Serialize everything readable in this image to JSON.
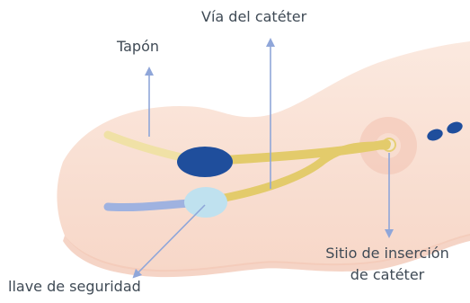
{
  "labels": {
    "via_cateter": "Vía del catéter",
    "tapon": "Tapón",
    "sitio_line1": "Sitio de inserción",
    "sitio_line2": "de catéter",
    "llave": "llave de seguridad"
  },
  "colors": {
    "skin_top": "#fbe8dc",
    "skin_bottom": "#f5cfc0",
    "tube": "#e6cf75",
    "tube_light": "#f0e3a8",
    "cap": "#1f4e9c",
    "valve": "#bfe2f0",
    "blue_line": "#8aa3d6",
    "arrow": "#8fa6d9",
    "insertion_ring": "#f5c5b6",
    "dots": "#1f4e9c",
    "text": "#3f4a55"
  }
}
